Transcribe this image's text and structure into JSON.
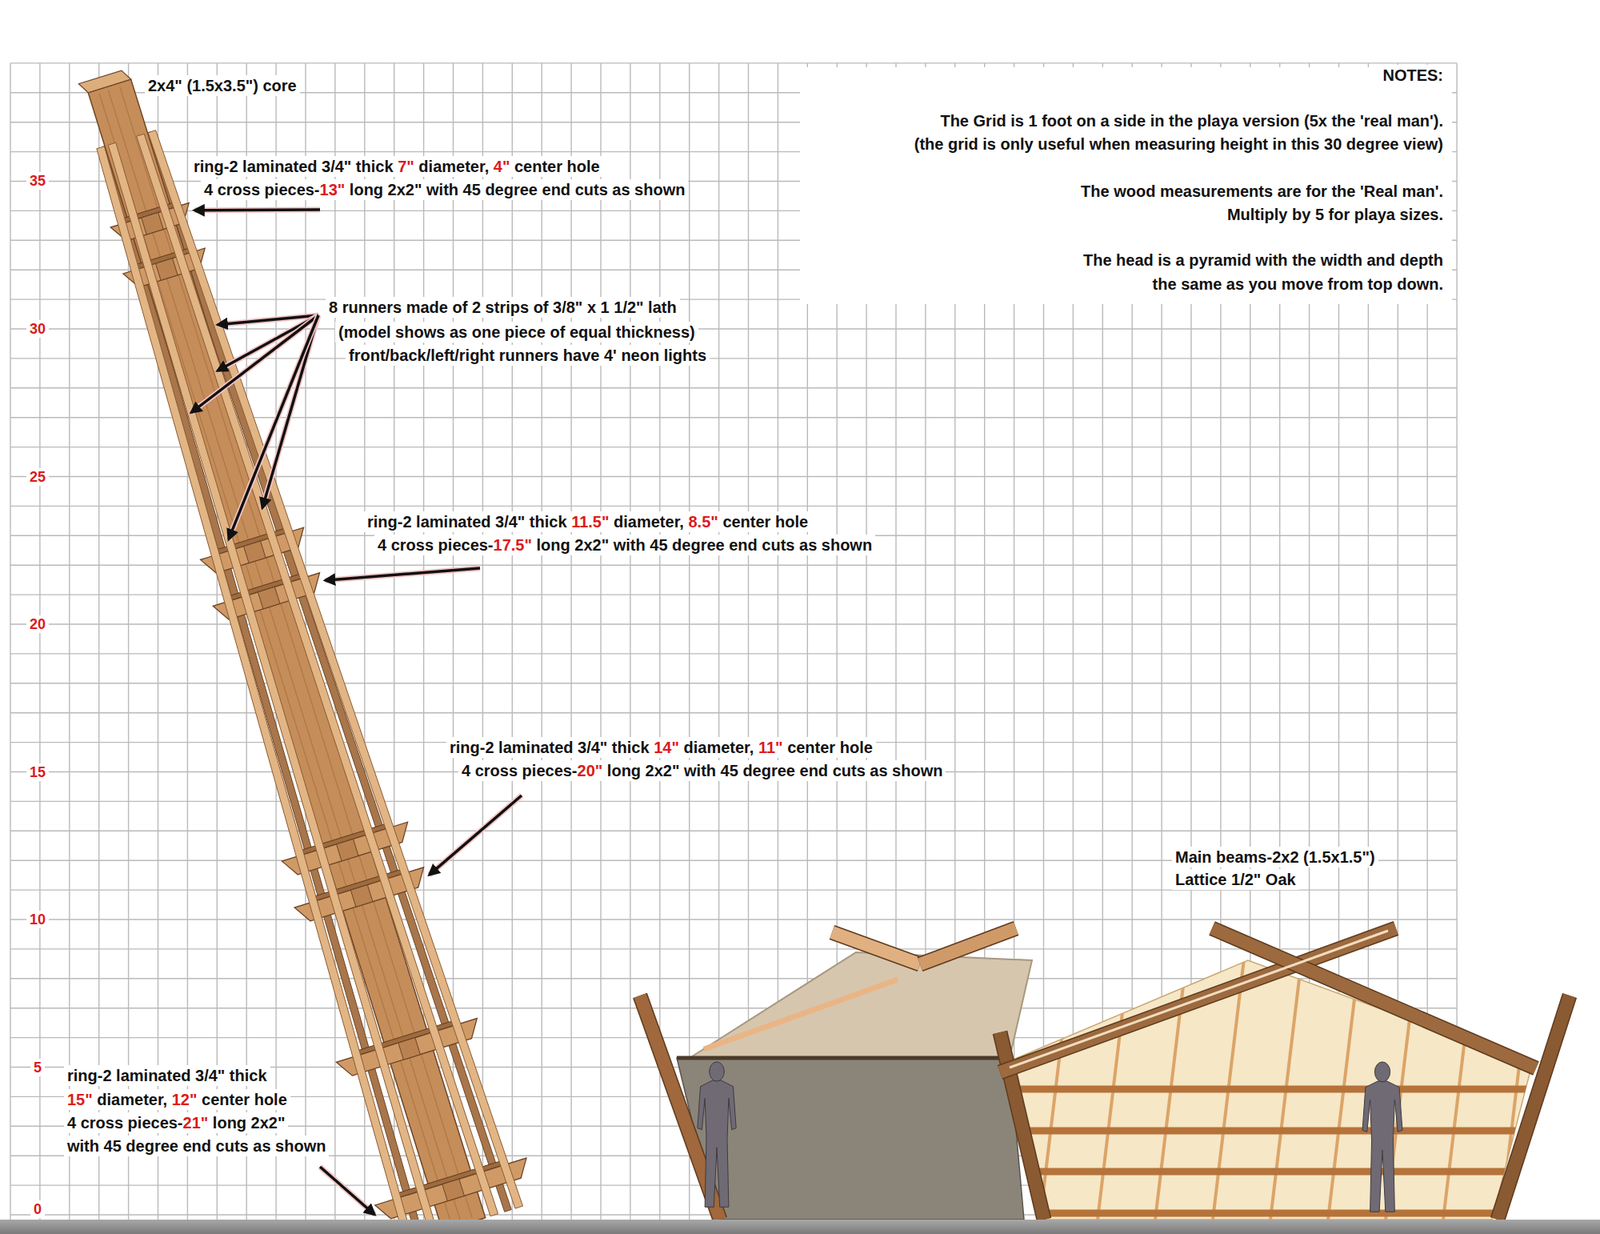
{
  "diagram": {
    "labels": [
      "2x4\" (1.5x3.5\") core",
      "ring-2 laminated 3/4\" thick",
      "7\"",
      "diameter,",
      "4\"",
      "center hole",
      "4 cross pieces-",
      "13\"",
      "long 2x2\" with 45 degree end cuts as shown",
      "8 runners made of 2 strips of 3/8\" x 1 1/2\" lath",
      "(model shows as one piece of equal thickness)",
      "front/back/left/right runners have 4' neon lights",
      "ring-2 laminated 3/4\" thick",
      "11.5\"",
      "diameter,",
      "8.5\"",
      "center hole",
      "4 cross pieces-",
      "17.5\"",
      "long 2x2\" with 45 degree end cuts as shown",
      "ring-2 laminated 3/4\" thick",
      "14\"",
      "diameter,",
      "11\"",
      "center hole",
      "4 cross pieces-",
      "20\"",
      "long 2x2\" with 45 degree end cuts as shown",
      "ring-2 laminated 3/4\" thick",
      "15\"",
      "diameter,",
      "12\"",
      "center hole",
      "4 cross pieces-",
      "21\"",
      "long 2x2\"",
      "with 45 degree end cuts as shown",
      "NOTES:",
      "The Grid is 1 foot on a side in the playa version (5x the 'real man').",
      "(the grid is only useful when measuring height in this 30 degree view)",
      "The wood measurements are for the 'Real man'.",
      "Multiply by 5 for playa sizes.",
      "The head is a pyramid with the width and depth",
      "the same as you move from top down.",
      "Main beams-2x2 (1.5x1.5\")",
      "Lattice 1/2\" Oak",
      "35",
      "30",
      "25",
      "20",
      "15",
      "10",
      "5",
      "0"
    ]
  }
}
